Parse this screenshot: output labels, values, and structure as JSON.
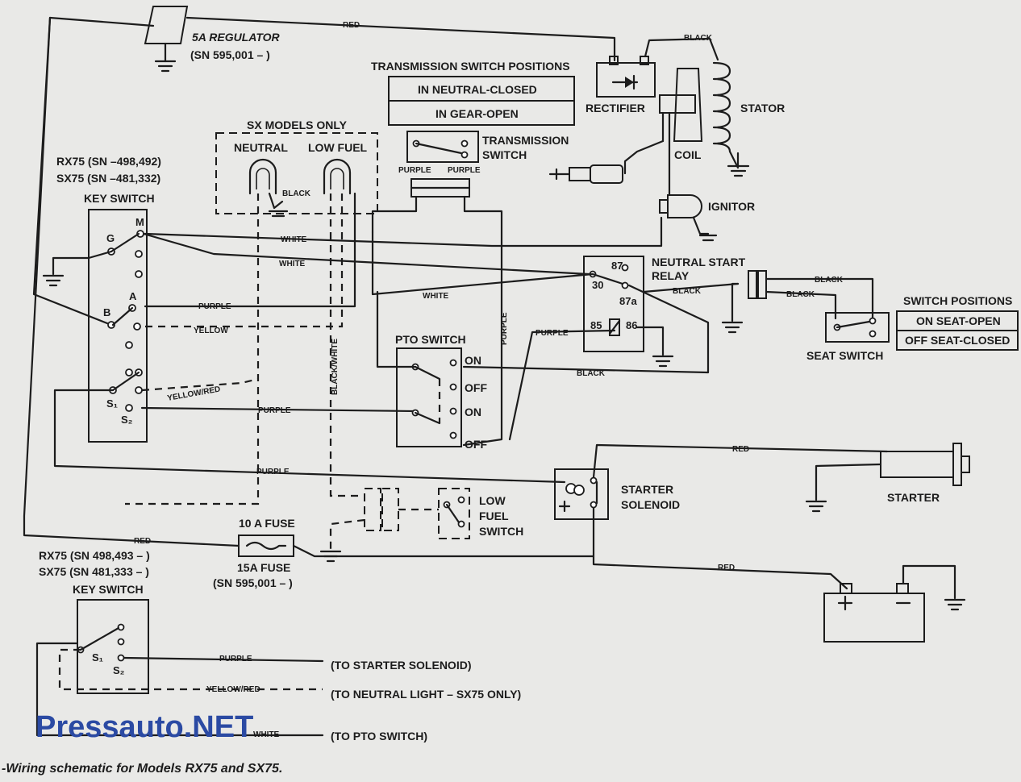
{
  "labels": {
    "regulator": "5A REGULATOR",
    "regulator_sn": "(SN 595,001 –        )",
    "rectifier": "RECTIFIER",
    "stator": "STATOR",
    "coil": "COIL",
    "ignitor": "IGNITOR",
    "trans_title": "TRANSMISSION SWITCH POSITIONS",
    "trans_pos1": "IN NEUTRAL-CLOSED",
    "trans_pos2": "IN GEAR-OPEN",
    "trans_switch_1": "TRANSMISSION",
    "trans_switch_2": "SWITCH",
    "sx_models": "SX MODELS ONLY",
    "neutral": "NEUTRAL",
    "low_fuel": "LOW FUEL",
    "rx75_sn": "RX75 (SN      –498,492)",
    "sx75_sn": "SX75 (SN      –481,332)",
    "key_switch": "KEY SWITCH",
    "neutral_start_1": "NEUTRAL START",
    "neutral_start_2": "RELAY",
    "switch_positions": "SWITCH POSITIONS",
    "on_seat": "ON SEAT-OPEN",
    "off_seat": "OFF SEAT-CLOSED",
    "seat_switch": "SEAT SWITCH",
    "pto_switch": "PTO SWITCH",
    "pto_on1": "ON",
    "pto_off1": "OFF",
    "pto_on2": "ON",
    "pto_off2": "OFF",
    "starter_solenoid_1": "STARTER",
    "starter_solenoid_2": "SOLENOID",
    "starter": "STARTER",
    "low_fuel_switch_1": "LOW",
    "low_fuel_switch_2": "FUEL",
    "low_fuel_switch_3": "SWITCH",
    "fuse_10a": "10 A FUSE",
    "fuse_15a": "15A FUSE",
    "fuse_sn": "(SN 595,001 –        )",
    "rx75_sn2": "RX75 (SN 498,493 –          )",
    "sx75_sn2": "SX75 (SN 481,333 –          )",
    "key_switch2": "KEY SWITCH",
    "to_starter": "(TO STARTER SOLENOID)",
    "to_neutral": "(TO NEUTRAL LIGHT – SX75 ONLY)",
    "to_pto": "(TO PTO SWITCH)",
    "caption": "-Wiring schematic for Models RX75 and SX75.",
    "watermark": "Pressauto.NET",
    "term_m": "M",
    "term_g": "G",
    "term_b": "B",
    "term_a": "A",
    "term_s1": "S₁",
    "term_s2": "S₂",
    "term_s1b": "S₁",
    "term_s2b": "S₂",
    "relay_87": "87",
    "relay_30": "30",
    "relay_87a": "87a",
    "relay_85": "85",
    "relay_86": "86"
  },
  "wires": {
    "red_top": "RED",
    "black_stator": "BLACK",
    "purple_t1": "PURPLE",
    "purple_t2": "PURPLE",
    "black_neutral": "BLACK",
    "white1": "WHITE",
    "white2": "WHITE",
    "white3": "WHITE",
    "purple_b": "PURPLE",
    "yellow": "YELLOW",
    "yellow_red": "YELLOW/RED",
    "purple_s2": "PURPLE",
    "purple_long": "PURPLE",
    "purple_vert": "PURPLE",
    "black_white": "BLACK/WHITE",
    "purple_relay": "PURPLE",
    "black_relay": "BLACK",
    "black_seat1": "BLACK",
    "black_seat2": "BLACK",
    "black_pto": "BLACK",
    "red_fuse": "RED",
    "red_starter": "RED",
    "red_battery": "RED",
    "purple_out": "PURPLE",
    "yellow_red_out": "YELLOW/RED",
    "white_out": "WHITE"
  }
}
